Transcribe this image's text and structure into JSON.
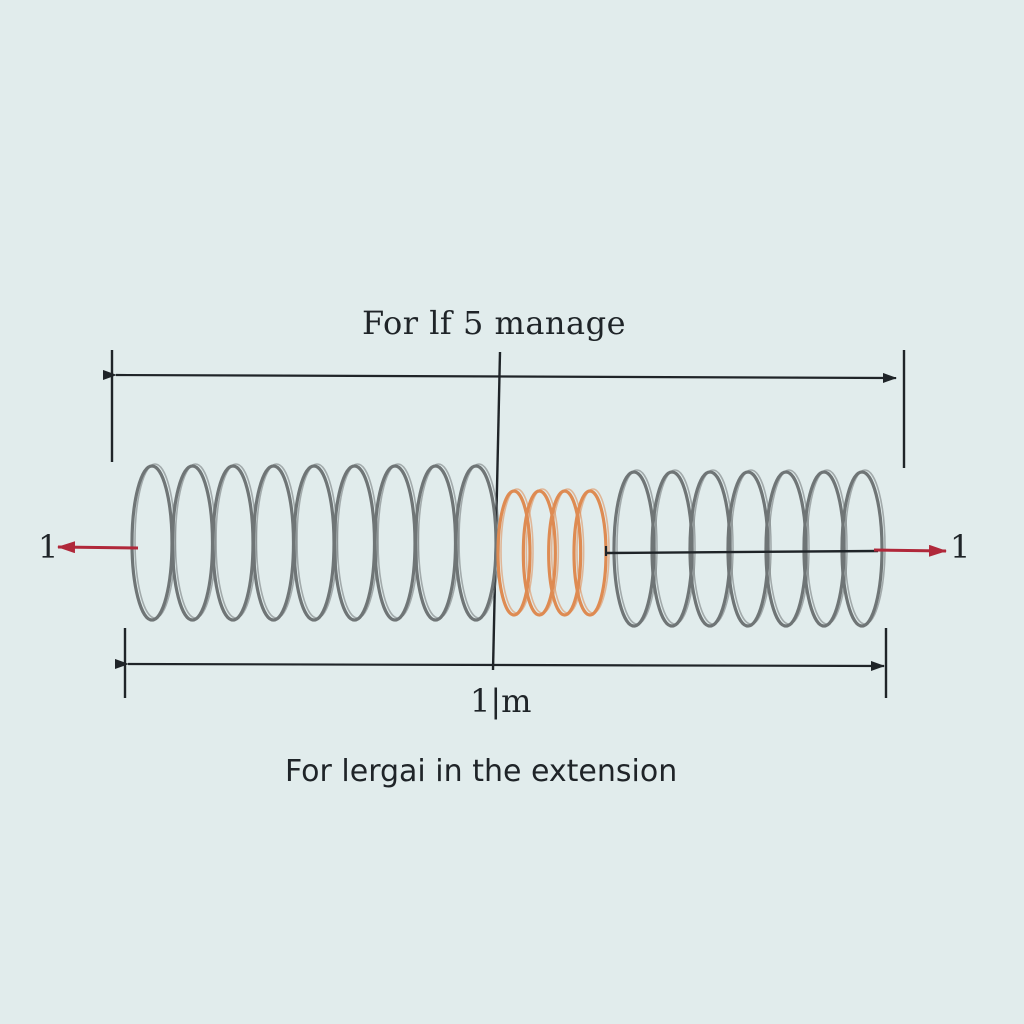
{
  "diagram": {
    "title": "For lf 5 manage",
    "force_left": "1",
    "force_right": "1",
    "length_label": "1|m",
    "caption": "For lergai in the extension",
    "colors": {
      "background": "#e1ecec",
      "coil_gray": "#6f7576",
      "coil_orange": "#de8b52",
      "force_arrow": "#b0283a",
      "dimension_line": "#1f2428"
    },
    "coils": {
      "left_gray_loops": 9,
      "orange_loops": 4,
      "right_gray_loops": 7
    }
  }
}
